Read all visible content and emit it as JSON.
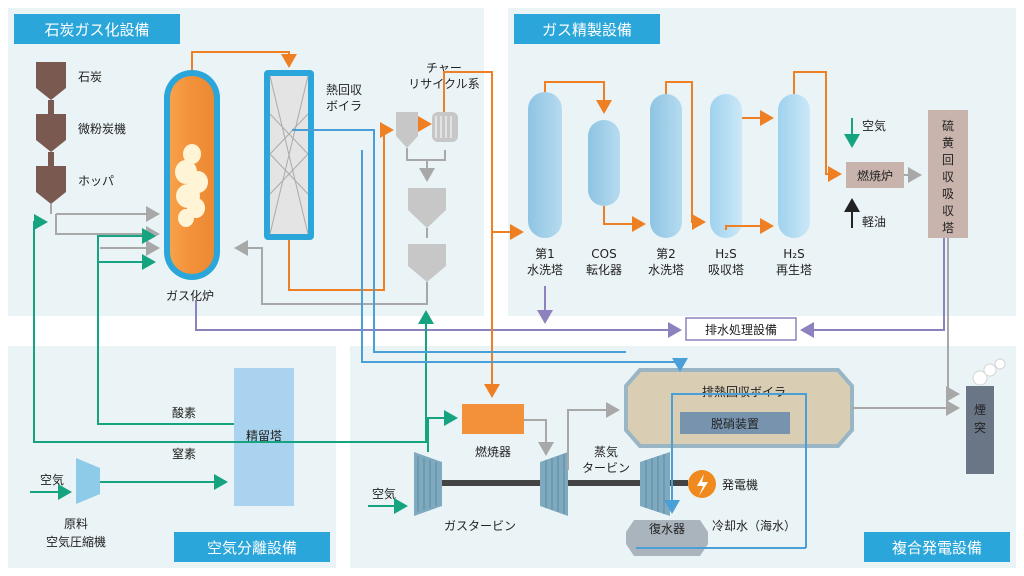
{
  "sections": {
    "gasification": "石炭ガス化設備",
    "gas_refining": "ガス精製設備",
    "air_separation": "空気分離設備",
    "combined_cycle": "複合発電設備"
  },
  "gasification": {
    "coal": "石炭",
    "pulverizer": "微粉炭機",
    "hopper": "ホッパ",
    "gasifier": "ガス化炉",
    "heat_recovery_boiler_line1": "熱回収",
    "heat_recovery_boiler_line2": "ボイラ",
    "char_recycle_line1": "チャー",
    "char_recycle_line2": "リサイクル系"
  },
  "gas_refining": {
    "washer1_line1": "第1",
    "washer1_line2": "水洗塔",
    "cos_line1": "COS",
    "cos_line2": "転化器",
    "washer2_line1": "第2",
    "washer2_line2": "水洗塔",
    "h2s_absorber_line1": "H₂S",
    "h2s_absorber_line2": "吸収塔",
    "h2s_regenerator_line1": "H₂S",
    "h2s_regenerator_line2": "再生塔",
    "air": "空気",
    "incinerator": "燃焼炉",
    "light_oil": "軽油",
    "sulfur_recovery": "硫黄回収吸収塔"
  },
  "wastewater": "排水処理設備",
  "air_separation": {
    "oxygen": "酸素",
    "nitrogen": "窒素",
    "rectifier": "精留塔",
    "air": "空気",
    "compressor_line1": "原料",
    "compressor_line2": "空気圧縮機"
  },
  "combined_cycle": {
    "hrsg": "排熱回収ボイラ",
    "denox": "脱硝装置",
    "stack": "煙突",
    "combustor": "燃焼器",
    "steam_turbine_line1": "蒸気",
    "steam_turbine_line2": "タービン",
    "generator": "発電機",
    "air": "空気",
    "gas_turbine": "ガスタービン",
    "condenser": "復水器",
    "cooling_water": "冷却水（海水）"
  },
  "colors": {
    "section_bg": "#eaf4f6",
    "title_bg": "#2aa6da",
    "orange": "#ee7f22",
    "blue_line": "#4aa0d6",
    "green": "#16a37f",
    "grey_line": "#a8a8a8",
    "purple": "#8d82bd",
    "coal_brown": "#7a5a50"
  }
}
